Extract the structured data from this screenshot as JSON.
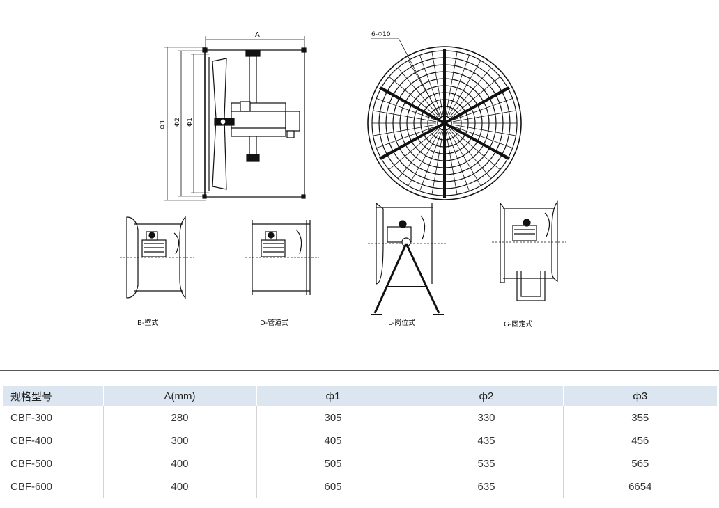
{
  "drawing": {
    "labels": {
      "dim_a": "A",
      "dim_phi3": "Φ3",
      "dim_phi2": "Φ2",
      "dim_phi1": "Φ1",
      "holes": "6-Φ10"
    },
    "mount_types": [
      "B-壁式",
      "D-管道式",
      "L-岗位式",
      "G-固定式"
    ]
  },
  "table": {
    "headers": [
      "规格型号",
      "A(mm)",
      "ф1",
      "ф2",
      "ф3"
    ],
    "rows": [
      [
        "CBF-300",
        "280",
        "305",
        "330",
        "355"
      ],
      [
        "CBF-400",
        "300",
        "405",
        "435",
        "456"
      ],
      [
        "CBF-500",
        "400",
        "505",
        "535",
        "565"
      ],
      [
        "CBF-600",
        "400",
        "605",
        "635",
        "6654"
      ]
    ]
  }
}
